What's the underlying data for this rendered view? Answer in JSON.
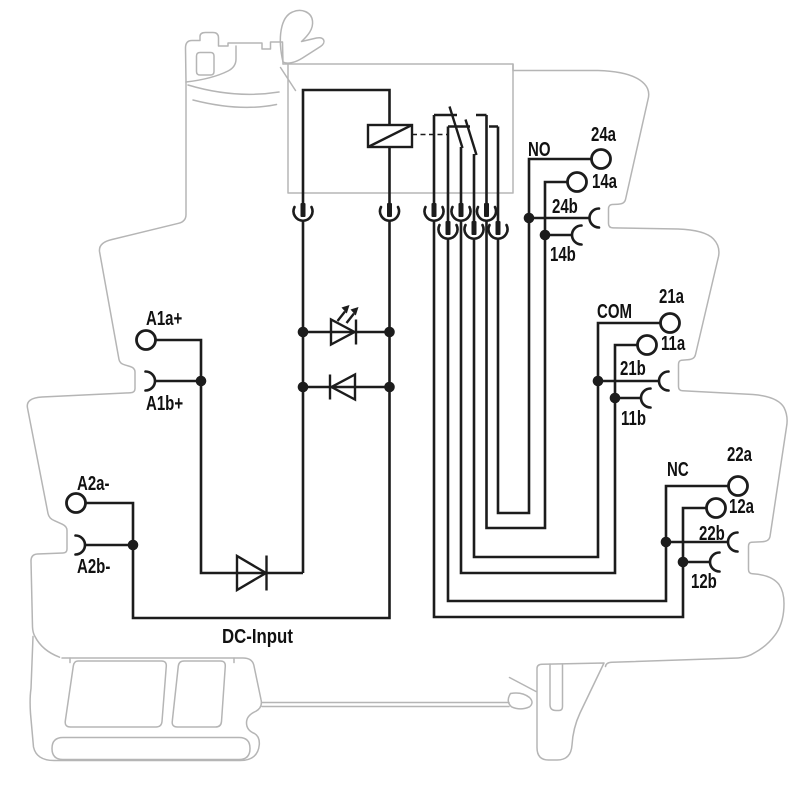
{
  "colors": {
    "wire": "#1c1c1c",
    "housing": "#b5b5b5",
    "bg": "#ffffff",
    "label": "#111111"
  },
  "inputs": {
    "a1a": "A1a+",
    "a1b": "A1b+",
    "a2a": "A2a-",
    "a2b": "A2b-",
    "caption": "DC-Input"
  },
  "outputs": {
    "no": {
      "label": "NO",
      "terminals": [
        "24a",
        "14a",
        "24b",
        "14b"
      ]
    },
    "com": {
      "label": "COM",
      "terminals": [
        "21a",
        "11a",
        "21b",
        "11b"
      ]
    },
    "nc": {
      "label": "NC",
      "terminals": [
        "22a",
        "12a",
        "22b",
        "12b"
      ]
    }
  },
  "icons": {
    "relay_coil": "relay-coil-icon",
    "changeover_contact": "changeover-contact-icon",
    "led": "led-icon",
    "diode": "diode-icon",
    "wire_clamp": "wire-clamp-icon",
    "screw_terminal": "terminal-circle-icon",
    "housing": "din-rail-housing-outline"
  }
}
